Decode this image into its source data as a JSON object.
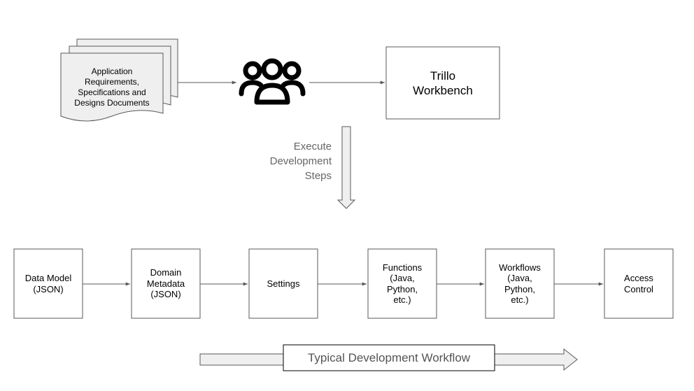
{
  "documents": {
    "label": "Application\nRequirements,\nSpecifications and\nDesigns Documents",
    "icon": "document-stack-icon"
  },
  "team": {
    "icon": "people-group-icon"
  },
  "workbench": {
    "label": "Trillo\nWorkbench"
  },
  "execute": {
    "label": "Execute\nDevelopment\nSteps"
  },
  "steps": [
    {
      "label": "Data Model\n(JSON)"
    },
    {
      "label": "Domain\nMetadata\n(JSON)"
    },
    {
      "label": "Settings"
    },
    {
      "label": "Functions\n(Java,\nPython,\netc.)"
    },
    {
      "label": "Workflows\n(Java,\nPython,\netc.)"
    },
    {
      "label": "Access\nControl"
    }
  ],
  "workflow_arrow": {
    "label": "Typical Development Workflow"
  },
  "colors": {
    "stroke": "#595959",
    "arrow_fill": "#efefef",
    "doc_fill": "#efefef",
    "muted_text": "#666666"
  }
}
